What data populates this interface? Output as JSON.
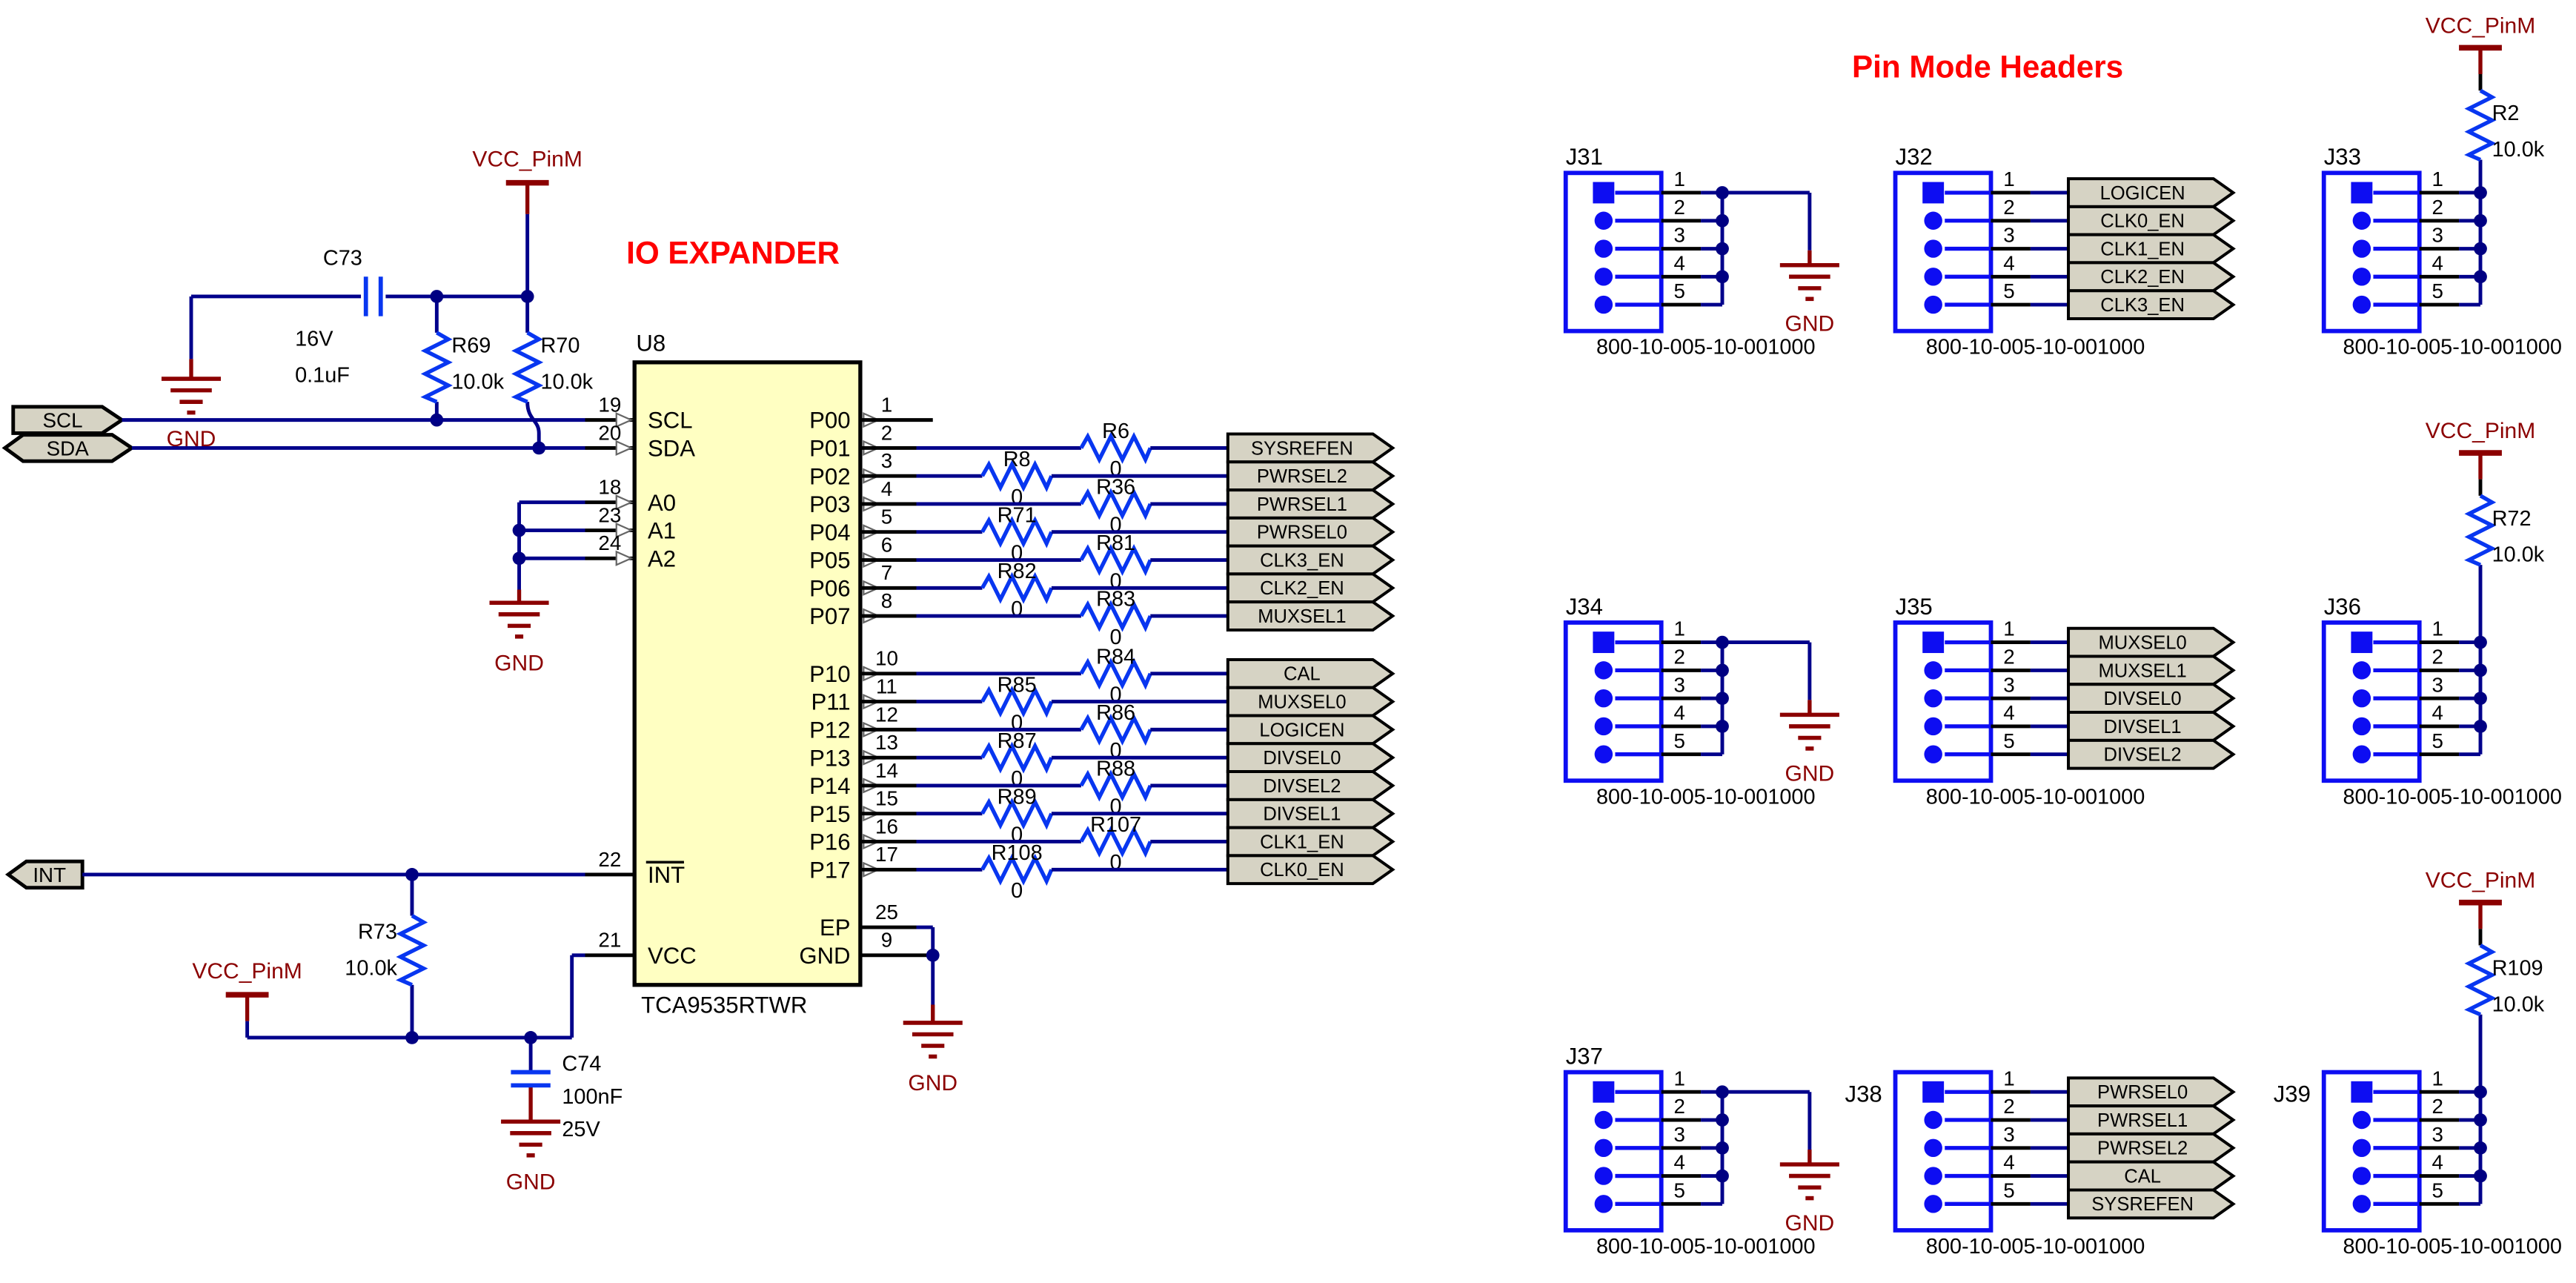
{
  "titles": {
    "io_expander": "IO EXPANDER",
    "pin_mode_headers": "Pin Mode Headers"
  },
  "power": {
    "vcc": "VCC_PinM",
    "gnd": "GND"
  },
  "ports": {
    "scl": "SCL",
    "sda": "SDA",
    "int": "INT"
  },
  "colors": {
    "accent_red": "#FF0000",
    "power_dark_red": "#8B0000",
    "wire_navy": "#00008B",
    "resistor_blue": "#0836F0",
    "connector_blue": "#0D0DF2",
    "chip_fill": "#FFFFC2",
    "flag_fill": "#D6D3C4"
  },
  "chip": {
    "refdes": "U8",
    "part": "TCA9535RTWR",
    "pins": {
      "scl": {
        "num": "19",
        "name": "SCL"
      },
      "sda": {
        "num": "20",
        "name": "SDA"
      },
      "a0": {
        "num": "18",
        "name": "A0"
      },
      "a1": {
        "num": "23",
        "name": "A1"
      },
      "a2": {
        "num": "24",
        "name": "A2"
      },
      "int": {
        "num": "22",
        "name": "INT"
      },
      "vcc": {
        "num": "21",
        "name": "VCC"
      },
      "p00": {
        "num": "1",
        "name": "P00"
      },
      "ep": {
        "num": "25",
        "name": "EP"
      },
      "gnd": {
        "num": "9",
        "name": "GND"
      }
    },
    "p0_rows": [
      {
        "num": "2",
        "name": "P01",
        "res": "R6",
        "val": "0",
        "flag": "SYSREFEN"
      },
      {
        "num": "3",
        "name": "P02",
        "res": "R8",
        "val": "0",
        "flag": "PWRSEL2"
      },
      {
        "num": "4",
        "name": "P03",
        "res": "R36",
        "val": "0",
        "flag": "PWRSEL1"
      },
      {
        "num": "5",
        "name": "P04",
        "res": "R71",
        "val": "0",
        "flag": "PWRSEL0"
      },
      {
        "num": "6",
        "name": "P05",
        "res": "R81",
        "val": "0",
        "flag": "CLK3_EN"
      },
      {
        "num": "7",
        "name": "P06",
        "res": "R82",
        "val": "0",
        "flag": "CLK2_EN"
      },
      {
        "num": "8",
        "name": "P07",
        "res": "R83",
        "val": "0",
        "flag": "MUXSEL1"
      }
    ],
    "p1_rows": [
      {
        "num": "10",
        "name": "P10",
        "res": "R84",
        "val": "0",
        "flag": "CAL"
      },
      {
        "num": "11",
        "name": "P11",
        "res": "R85",
        "val": "0",
        "flag": "MUXSEL0"
      },
      {
        "num": "12",
        "name": "P12",
        "res": "R86",
        "val": "0",
        "flag": "LOGICEN"
      },
      {
        "num": "13",
        "name": "P13",
        "res": "R87",
        "val": "0",
        "flag": "DIVSEL0"
      },
      {
        "num": "14",
        "name": "P14",
        "res": "R88",
        "val": "0",
        "flag": "DIVSEL2"
      },
      {
        "num": "15",
        "name": "P15",
        "res": "R89",
        "val": "0",
        "flag": "DIVSEL1"
      },
      {
        "num": "16",
        "name": "P16",
        "res": "R107",
        "val": "0",
        "flag": "CLK1_EN"
      },
      {
        "num": "17",
        "name": "P17",
        "res": "R108",
        "val": "0",
        "flag": "CLK0_EN"
      }
    ]
  },
  "components": {
    "c73": {
      "refdes": "C73",
      "voltage": "16V",
      "value": "0.1uF"
    },
    "c74": {
      "refdes": "C74",
      "value": "100nF",
      "voltage": "25V"
    },
    "r69": {
      "refdes": "R69",
      "value": "10.0k"
    },
    "r70": {
      "refdes": "R70",
      "value": "10.0k"
    },
    "r73": {
      "refdes": "R73",
      "value": "10.0k"
    },
    "r2": {
      "refdes": "R2",
      "value": "10.0k"
    },
    "r72": {
      "refdes": "R72",
      "value": "10.0k"
    },
    "r109": {
      "refdes": "R109",
      "value": "10.0k"
    }
  },
  "connectors": {
    "part_number": "800-10-005-10-001000",
    "pin_numbers": [
      "1",
      "2",
      "3",
      "4",
      "5"
    ],
    "j31": {
      "refdes": "J31"
    },
    "j32": {
      "refdes": "J32",
      "flags": [
        "LOGICEN",
        "CLK0_EN",
        "CLK1_EN",
        "CLK2_EN",
        "CLK3_EN"
      ]
    },
    "j33": {
      "refdes": "J33"
    },
    "j34": {
      "refdes": "J34"
    },
    "j35": {
      "refdes": "J35",
      "flags": [
        "MUXSEL0",
        "MUXSEL1",
        "DIVSEL0",
        "DIVSEL1",
        "DIVSEL2"
      ]
    },
    "j36": {
      "refdes": "J36"
    },
    "j37": {
      "refdes": "J37"
    },
    "j38": {
      "refdes": "J38",
      "flags": [
        "PWRSEL0",
        "PWRSEL1",
        "PWRSEL2",
        "CAL",
        "SYSREFEN"
      ]
    },
    "j39": {
      "refdes": "J39"
    }
  }
}
